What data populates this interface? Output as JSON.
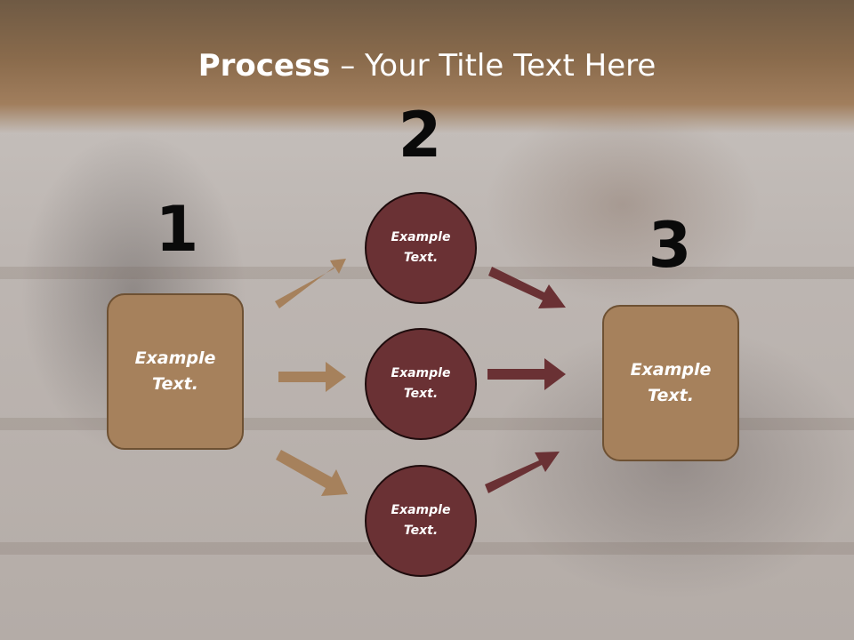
{
  "title": {
    "bold": "Process",
    "rest": " – Your Title Text Here"
  },
  "steps": [
    {
      "number": "1",
      "label": "Example Text."
    },
    {
      "number": "2",
      "label": "Example Text."
    },
    {
      "number": "3",
      "label": "Example Text."
    }
  ],
  "circles": [
    {
      "label": "Example Text."
    },
    {
      "label": "Example Text."
    },
    {
      "label": "Example Text."
    }
  ],
  "colors": {
    "header": "#8a6b4c",
    "box_fill": "#a6815c",
    "circle_fill": "#6a3134",
    "arrow_tan": "#a6815c",
    "arrow_maroon": "#6a3134"
  }
}
